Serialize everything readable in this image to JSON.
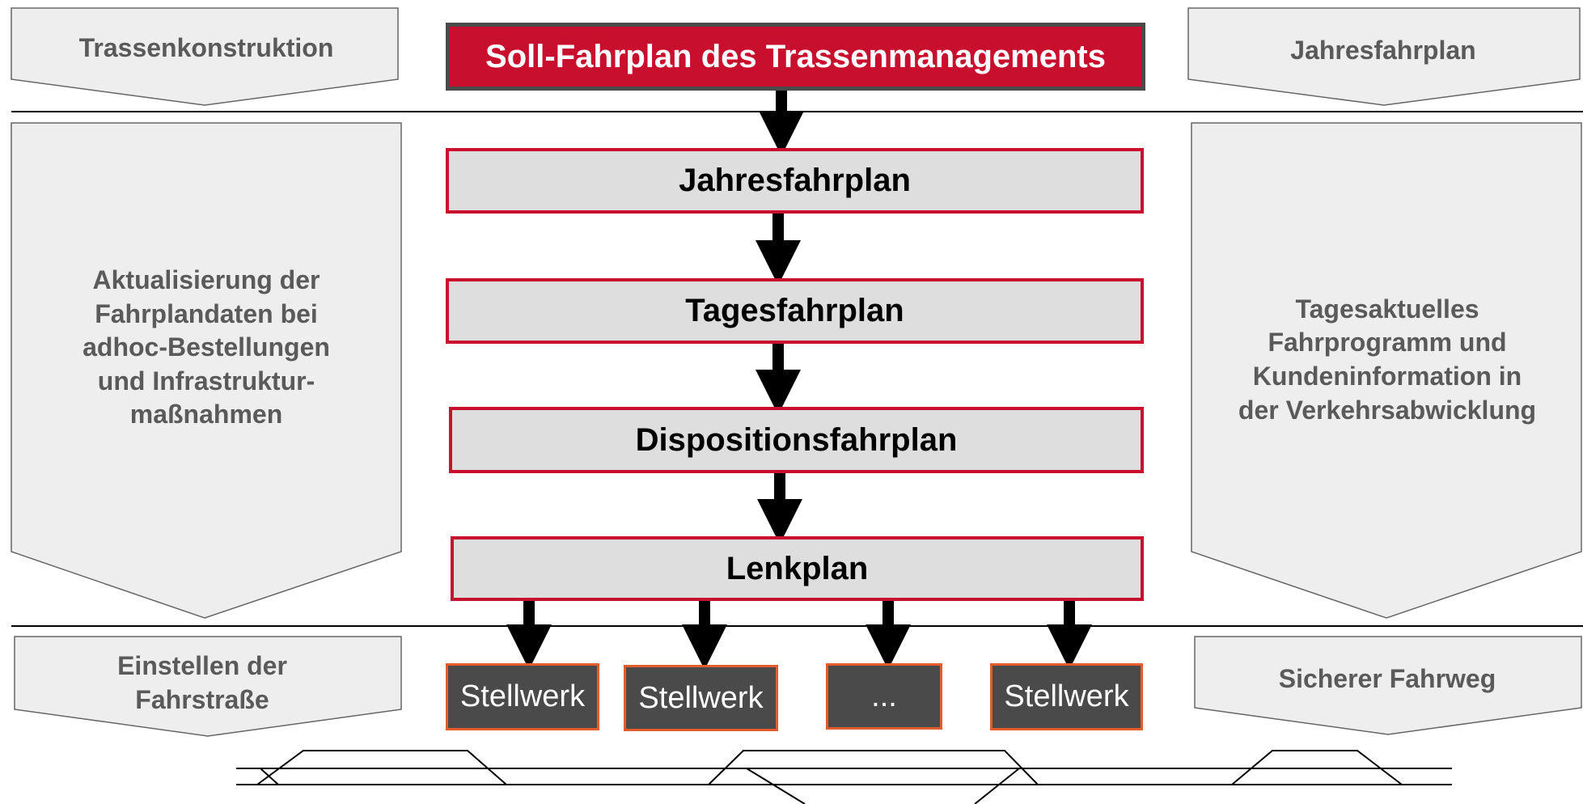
{
  "left_column": {
    "top": "Trassenkonstruktion",
    "middle": "Aktualisierung der Fahrplandaten bei adhoc-Bestellungen und Infrastruktur-maßnahmen",
    "bottom": "Einstellen der Fahrstraße"
  },
  "right_column": {
    "top": "Jahresfahrplan",
    "middle": "Tagesaktuelles Fahrprogramm und Kundeninformation in der Verkehrsabwicklung",
    "bottom": "Sicherer Fahrweg"
  },
  "center": {
    "header": "Soll-Fahrplan des Trassenmanagements",
    "levels": [
      "Jahresfahrplan",
      "Tagesfahrplan",
      "Dispositionsfahrplan",
      "Lenkplan"
    ],
    "interlockings": [
      "Stellwerk",
      "Stellwerk",
      "...",
      "Stellwerk"
    ]
  },
  "colors": {
    "accent": "#c8102e",
    "panel": "#dedede",
    "dark_box": "#4a4a4a",
    "dark_box_border": "#e35d2c",
    "side_shape": "#eeeeee",
    "side_text": "#5a5a5a"
  }
}
